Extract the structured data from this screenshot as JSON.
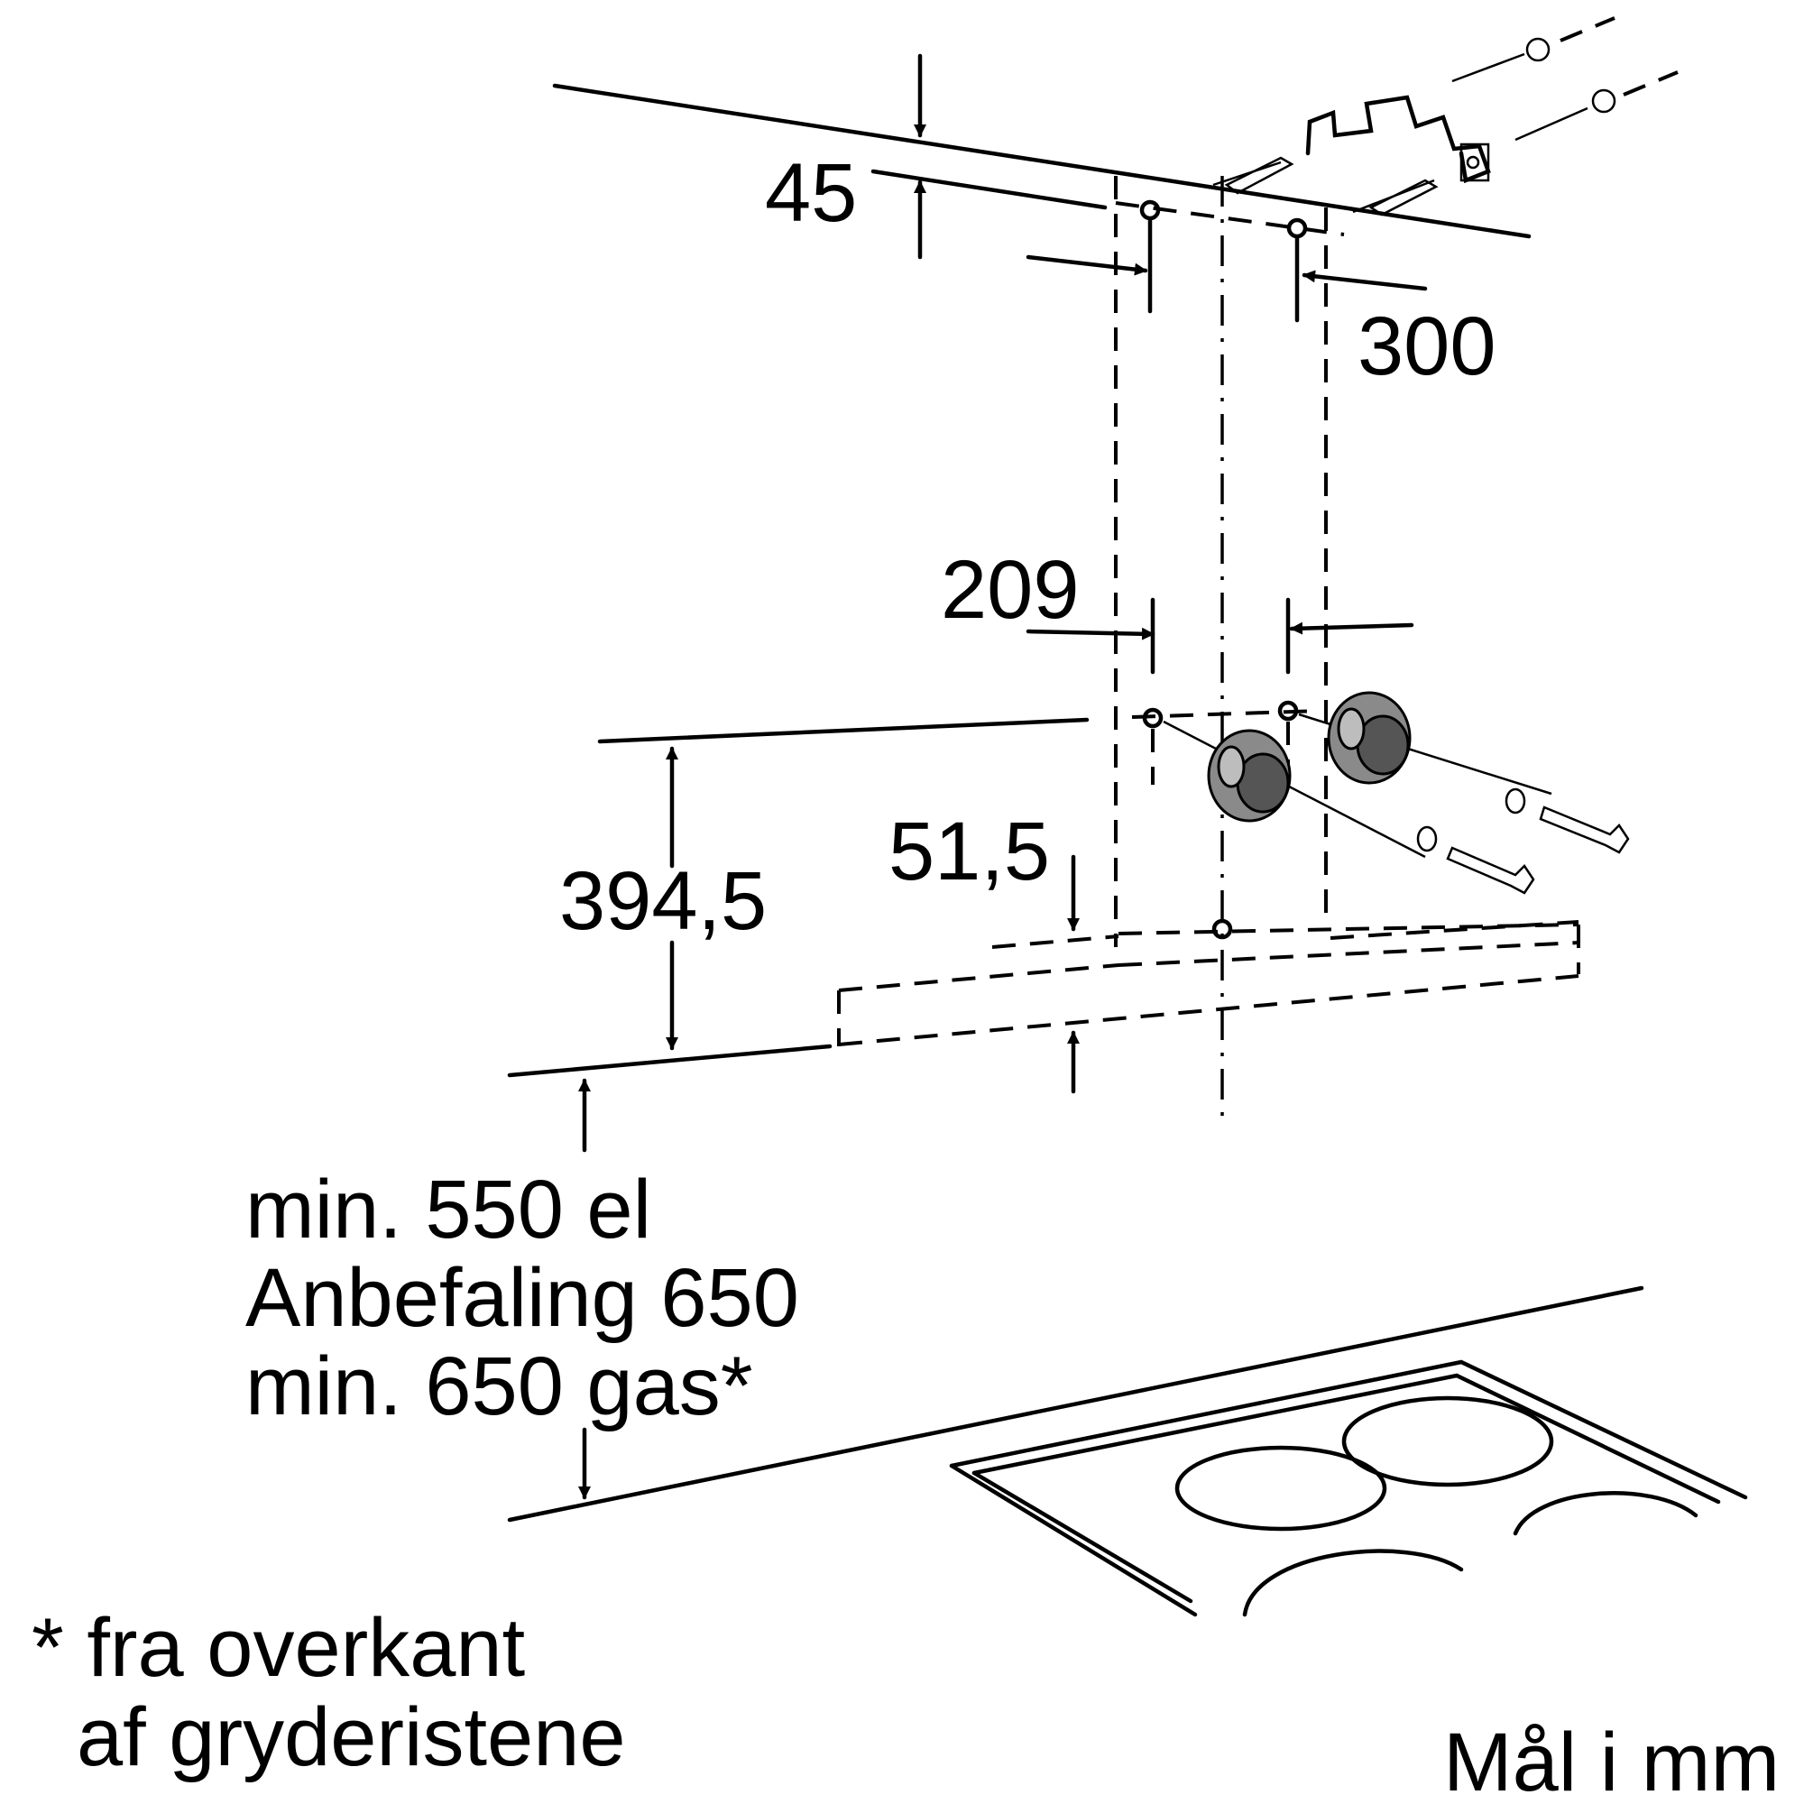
{
  "dimensions": {
    "ceiling_offset": "45",
    "bracket_width": "300",
    "hook_width": "209",
    "height_394": "394,5",
    "offset_51": "51,5"
  },
  "clearance": {
    "line1": "min. 550 el",
    "line2": "Anbefaling 650",
    "line3": "min. 650 gas*"
  },
  "footnote": {
    "line1": "* fra overkant",
    "line2": "af gryderistene"
  },
  "units_note": "Mål i mm",
  "colors": {
    "line": "#000000",
    "part_fill": "#8a8a8a",
    "background": "#ffffff"
  }
}
